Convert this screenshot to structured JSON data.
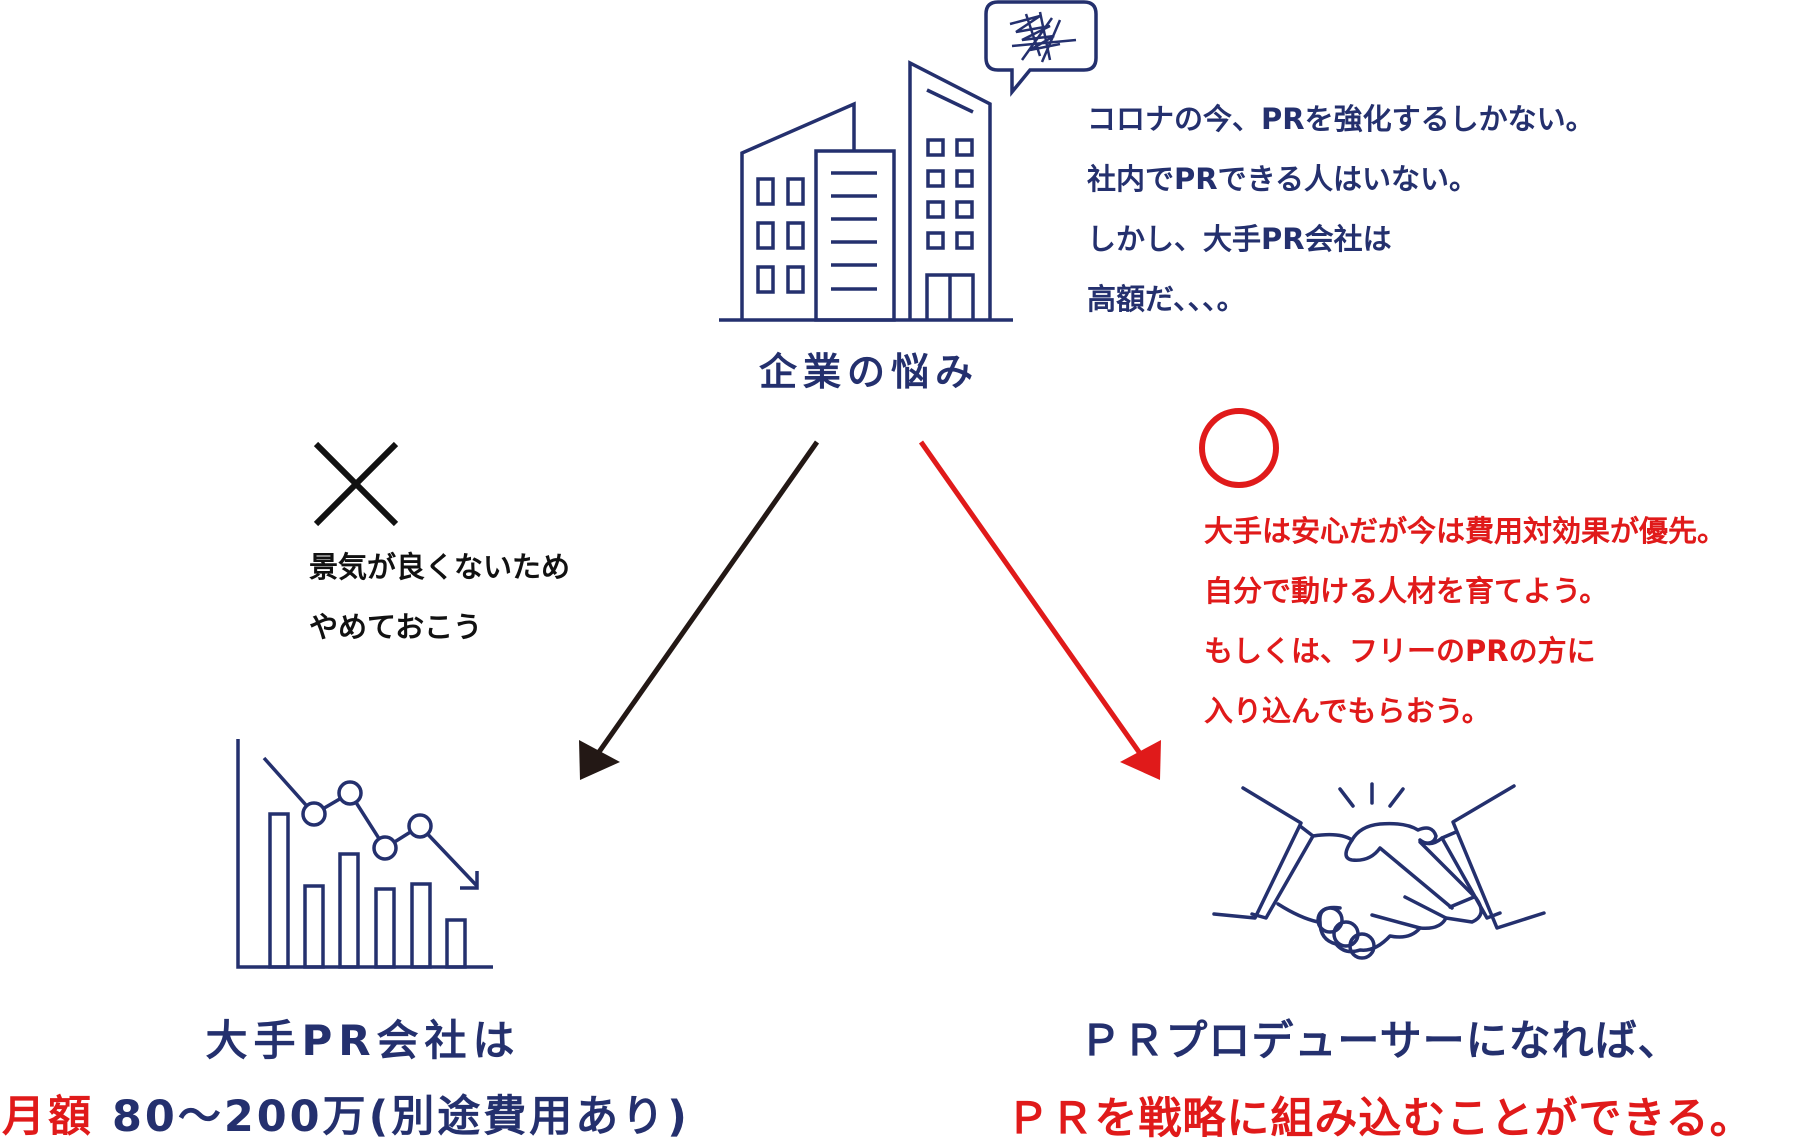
{
  "colors": {
    "navy": "#24306e",
    "red": "#e01a1a",
    "black": "#231815"
  },
  "top": {
    "title": "企業の悩み",
    "concerns": [
      "コロナの今、PRを強化するしかない。",
      "社内でPRできる人はいない。",
      "しかし、大手PR会社は",
      "高額だ、、、。"
    ]
  },
  "left": {
    "mark": "✕",
    "reason": [
      "景気が良くないため",
      "やめておこう"
    ],
    "title": "大手PR会社は",
    "price_label": "月額",
    "price_value": "80〜200万(別途費用あり)"
  },
  "right": {
    "mark": "〇",
    "reason": [
      "大手は安心だが今は費用対効果が優先。",
      "自分で動ける人材を育てよう。",
      "もしくは、フリーのPRの方に",
      "入り込んでもらおう。"
    ],
    "title": "ＰＲプロデューサーになれば、",
    "result": "ＰＲを戦略に組み込むことができる。"
  }
}
